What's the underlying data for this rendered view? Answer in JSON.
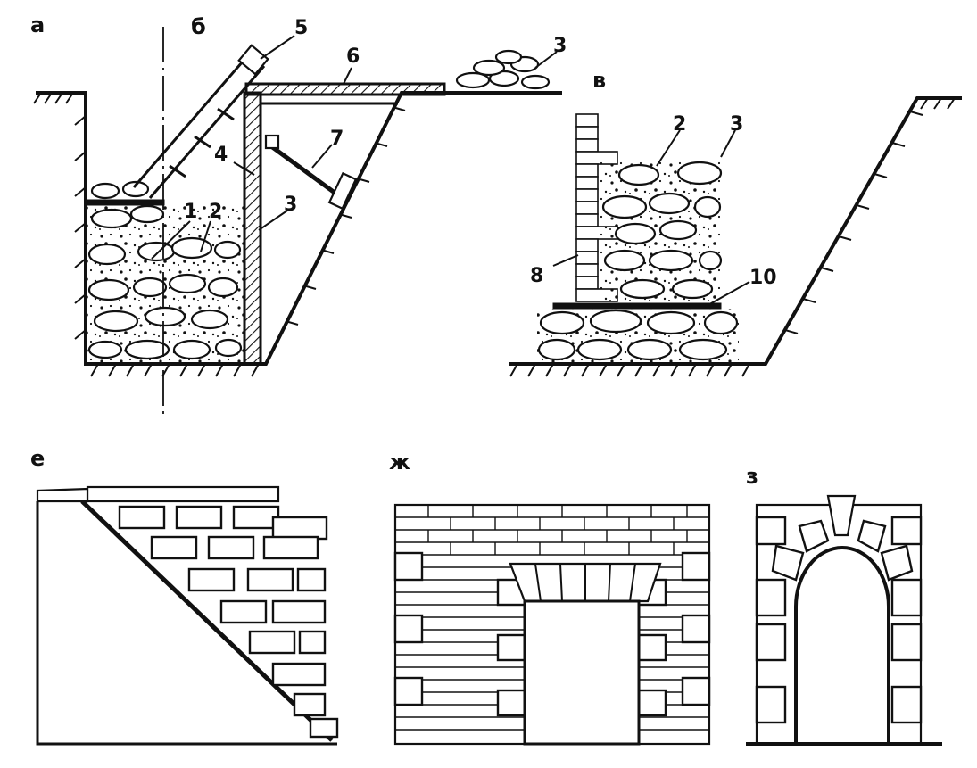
{
  "panels": [
    {
      "id": "a",
      "label": "а"
    },
    {
      "id": "b",
      "label": "б"
    },
    {
      "id": "v",
      "label": "в"
    },
    {
      "id": "e",
      "label": "е"
    },
    {
      "id": "zh",
      "label": "ж"
    },
    {
      "id": "z",
      "label": "з"
    }
  ],
  "callouts": {
    "c1": "1",
    "c2_a": "2",
    "c3_a": "3",
    "c4": "4",
    "c5": "5",
    "c6": "6",
    "c7": "7",
    "c3_top": "3",
    "c2_v": "2",
    "c3_v": "3",
    "c8": "8",
    "c10": "10"
  },
  "colors": {
    "ink": "#111111",
    "paper": "#ffffff"
  }
}
